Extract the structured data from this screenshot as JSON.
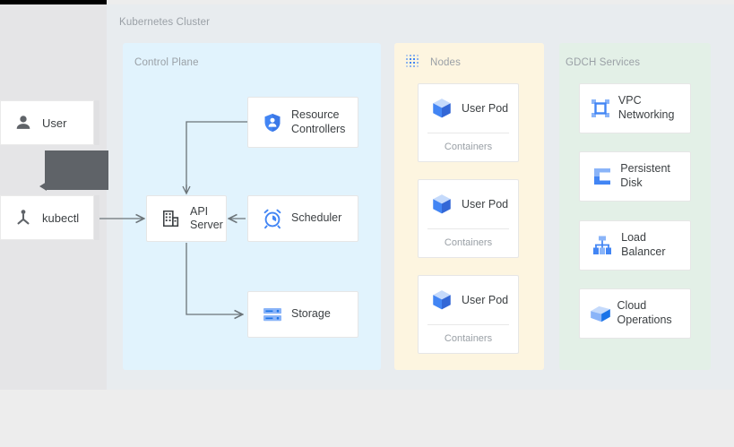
{
  "diagram": {
    "cluster_label": "Kubernetes Cluster",
    "zones": {
      "control_plane": {
        "title": "Control Plane",
        "color": "#e1f3fd"
      },
      "nodes": {
        "title": "Nodes",
        "color": "#fdf5e0",
        "icon": "dotted-grid-icon"
      },
      "gdch": {
        "title": "GDCH Services",
        "color": "#e3f0e7"
      }
    },
    "actors": [
      {
        "label": "User",
        "icon": "person-icon"
      },
      {
        "label": "kubectl",
        "icon": "kubectl-icon"
      }
    ],
    "control_plane_nodes": [
      {
        "id": "api",
        "label": "API Server",
        "icon": "api-server-icon"
      },
      {
        "id": "resctrl",
        "label": "Resource Controllers",
        "icon": "shield-person-icon"
      },
      {
        "id": "scheduler",
        "label": "Scheduler",
        "icon": "alarm-clock-icon"
      },
      {
        "id": "storage",
        "label": "Storage",
        "icon": "storage-icon"
      }
    ],
    "pods": [
      {
        "label": "User Pod",
        "sub": "Containers",
        "icon": "cube-icon"
      },
      {
        "label": "User Pod",
        "sub": "Containers",
        "icon": "cube-icon"
      },
      {
        "label": "User Pod",
        "sub": "Containers",
        "icon": "cube-icon"
      }
    ],
    "services": [
      {
        "label": "VPC Networking",
        "icon": "vpc-networking-icon"
      },
      {
        "label": "Persistent Disk",
        "icon": "persistent-disk-icon"
      },
      {
        "label": "Load Balancer",
        "icon": "load-balancer-icon"
      },
      {
        "label": "Cloud Operations",
        "icon": "cloud-operations-icon"
      }
    ],
    "colors": {
      "accent_blue": "#4285f4",
      "icon_light_blue": "#8ab4f8",
      "gray_text": "#9aa0a6",
      "dark_text": "#3c4043",
      "connector": "#6b7378",
      "tooltip": "#5f6368"
    }
  }
}
